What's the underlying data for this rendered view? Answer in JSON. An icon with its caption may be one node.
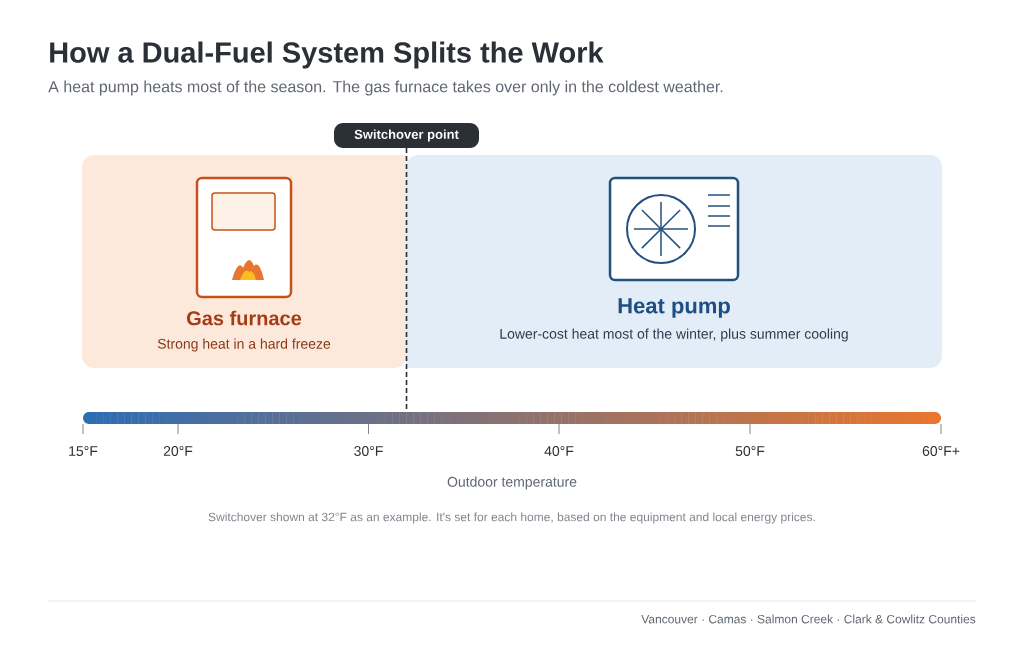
{
  "diagram": {
    "title": "How a Dual-Fuel System Splits the Work",
    "caption": "A heat pump heats most of the season. The gas furnace takes over only in the coldest weather.",
    "nodes": [
      {
        "text": [
          "Gas furnace",
          "Strong heat in a hard freeze"
        ]
      },
      {
        "text": [
          "Heat pump",
          "Lower-cost heat most of the winter, plus summer cooling"
        ]
      }
    ],
    "labels": [
      "Switchover point",
      "15°F",
      "20°F",
      "30°F",
      "40°F",
      "50°F",
      "60°F+",
      "Outdoor temperature",
      "Switchover shown at 32°F as an example. It's set for each home, based on the equipment and local energy prices.",
      "Vancouver · Camas · Salmon Creek · Clark & Cowlitz Counties"
    ]
  }
}
